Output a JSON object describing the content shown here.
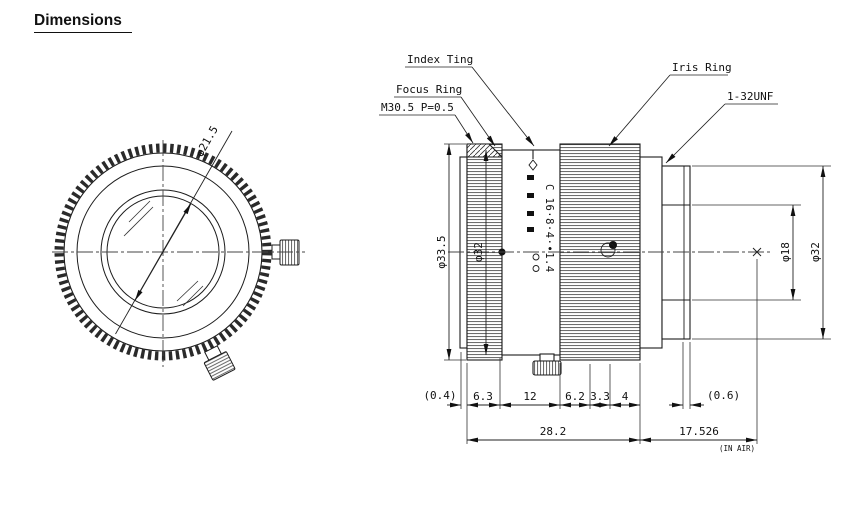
{
  "title": "Dimensions",
  "front_view": {
    "lens_diameter": "φ21.5"
  },
  "side_view": {
    "index_ring_label": "Index Ting",
    "focus_ring_label": "Focus Ring",
    "front_thread_label": "M30.5 P=0.5",
    "iris_ring_label": "Iris Ring",
    "mount_thread_label": "1-32UNF",
    "aperture_scale": "C 16·8·4·•1.4",
    "dia_outer": "φ33.5",
    "dia_barrel": "φ32",
    "dia_rear_inner": "φ18",
    "dia_rear_outer": "φ32"
  },
  "dimensions": {
    "row1": [
      "(0.4)",
      "6.3",
      "12",
      "6.2",
      "3.3",
      "4",
      "(0.6)"
    ],
    "total_front": "28.2",
    "flange_focal": "17.526",
    "flange_note": "(IN AIR)"
  }
}
